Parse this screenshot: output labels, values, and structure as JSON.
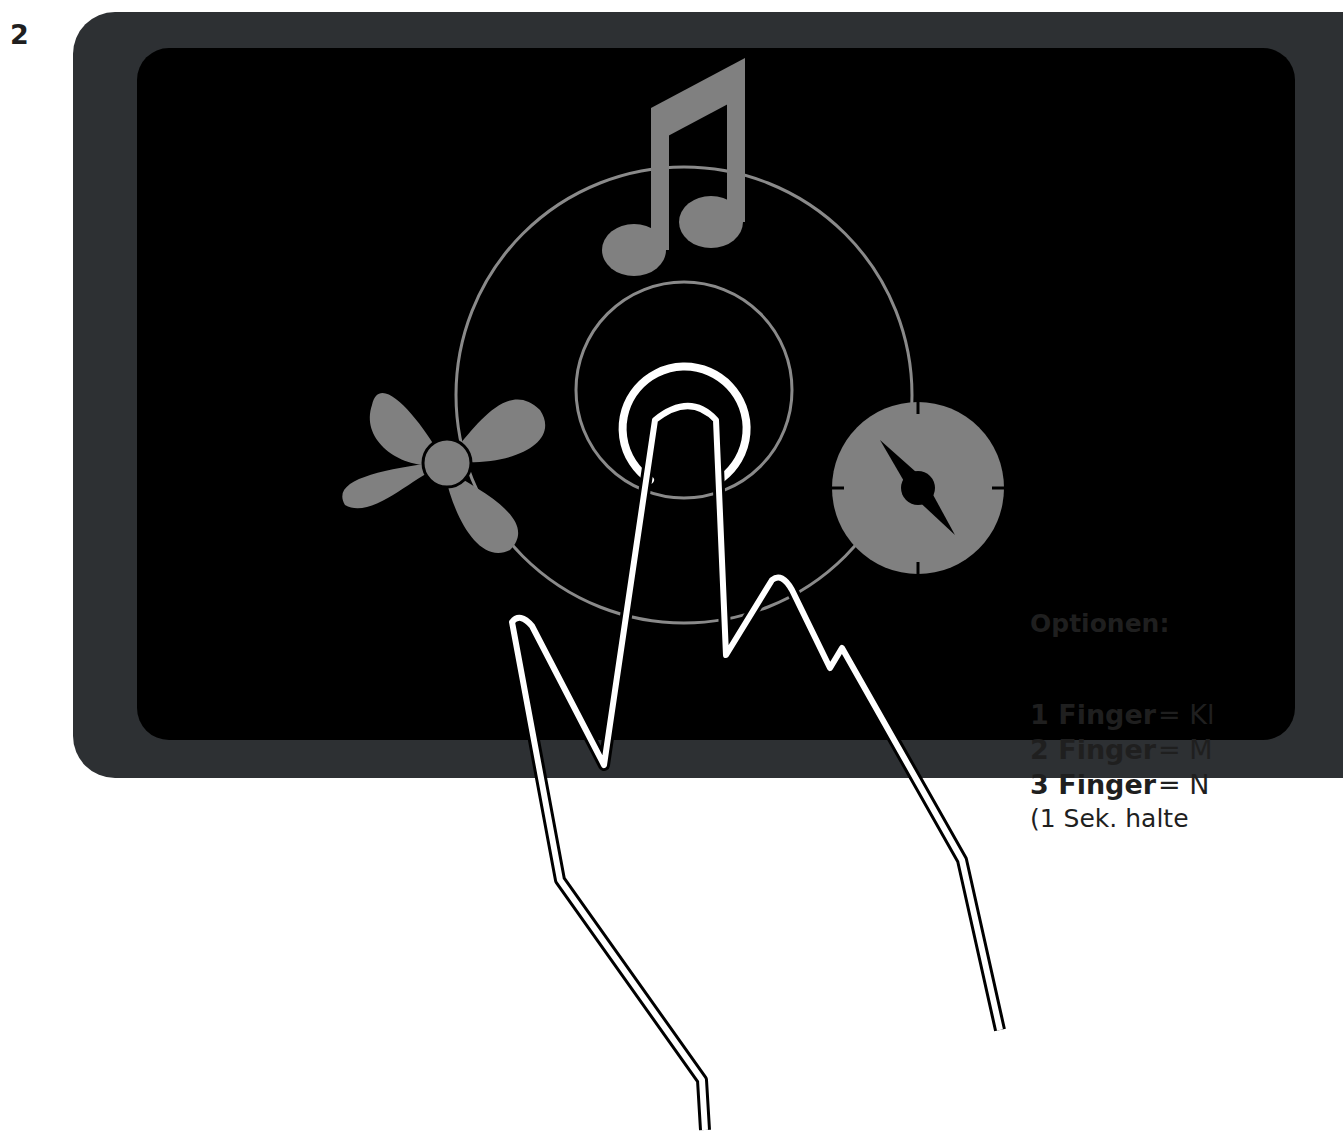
{
  "diagram": {
    "labels": [
      "2",
      "Optionen:",
      "1 Finger",
      "= Kl",
      "2 Finger",
      "= M",
      "3 Finger",
      "= N",
      "(1 Sek. halte"
    ]
  }
}
